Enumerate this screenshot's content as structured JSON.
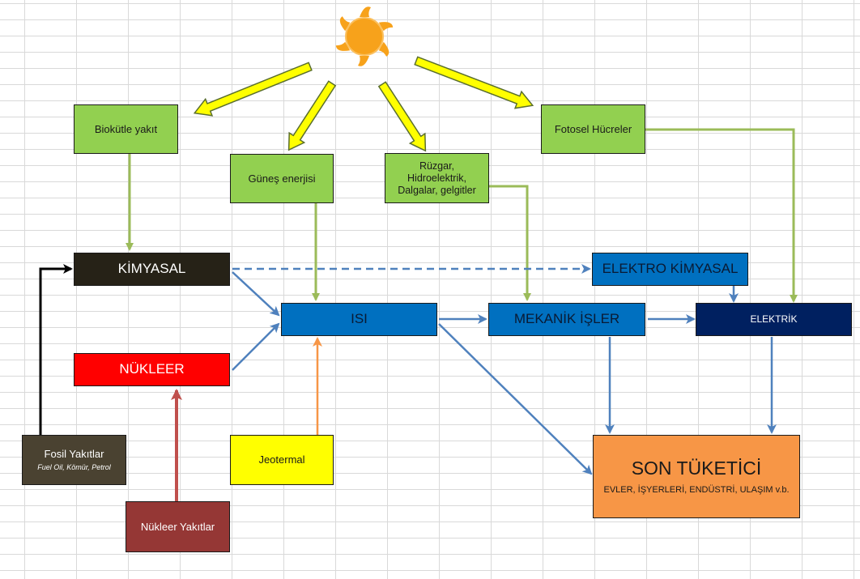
{
  "sun": {
    "icon": "sun-icon"
  },
  "nodes": {
    "biokutle": "Biokütle yakıt",
    "gunes": "Güneş enerjisi",
    "ruzgar": [
      "Rüzgar,",
      "Hidroelektrik,",
      "Dalgalar, gelgitler"
    ],
    "fotosel": "Fotosel Hücreler",
    "kimyasal": "KİMYASAL",
    "elektro_kimyasal": "ELEKTRO KİMYASAL",
    "isi": "ISI",
    "mekanik": "MEKANİK İŞLER",
    "elektrik": "ELEKTRİK",
    "nukleer": "NÜKLEER",
    "fosil": {
      "title": "Fosil Yakıtlar",
      "subtitle": "Fuel Oil, Kömür, Petrol"
    },
    "jeotermal": "Jeotermal",
    "nukleer_yakitlar": "Nükleer Yakıtlar",
    "son_tuketici": {
      "title": "SON TÜKETİCİ",
      "subtitle": "EVLER, İŞYERLERİ, ENDÜSTRİ, ULAŞIM v.b."
    }
  },
  "colors": {
    "sun": "#f7a21b",
    "sun_arrow_fill": "#ffff00",
    "sun_arrow_stroke": "#5a6e2e",
    "green_arrow": "#9bbb59",
    "blue_arrow": "#4f81bd",
    "orange_arrow": "#f79646",
    "red_arrow": "#c0504d",
    "black_arrow": "#000000"
  }
}
